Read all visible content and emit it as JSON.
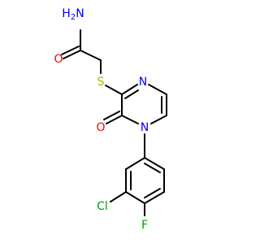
{
  "molecule": {
    "atoms": {
      "amide_n": {
        "text": "H2N",
        "color": "#0000ff"
      },
      "amide_o": {
        "text": "O",
        "color": "#ff0000"
      },
      "sulfur": {
        "text": "S",
        "color": "#b2b200"
      },
      "ring_n_top": {
        "text": "N",
        "color": "#0000ff"
      },
      "ring_n_bottom": {
        "text": "N",
        "color": "#0000ff"
      },
      "ring_o": {
        "text": "O",
        "color": "#ff0000"
      },
      "chlorine": {
        "text": "Cl",
        "color": "#00a000"
      },
      "fluorine": {
        "text": "F",
        "color": "#00a000"
      }
    },
    "bond_color": "#000000"
  }
}
